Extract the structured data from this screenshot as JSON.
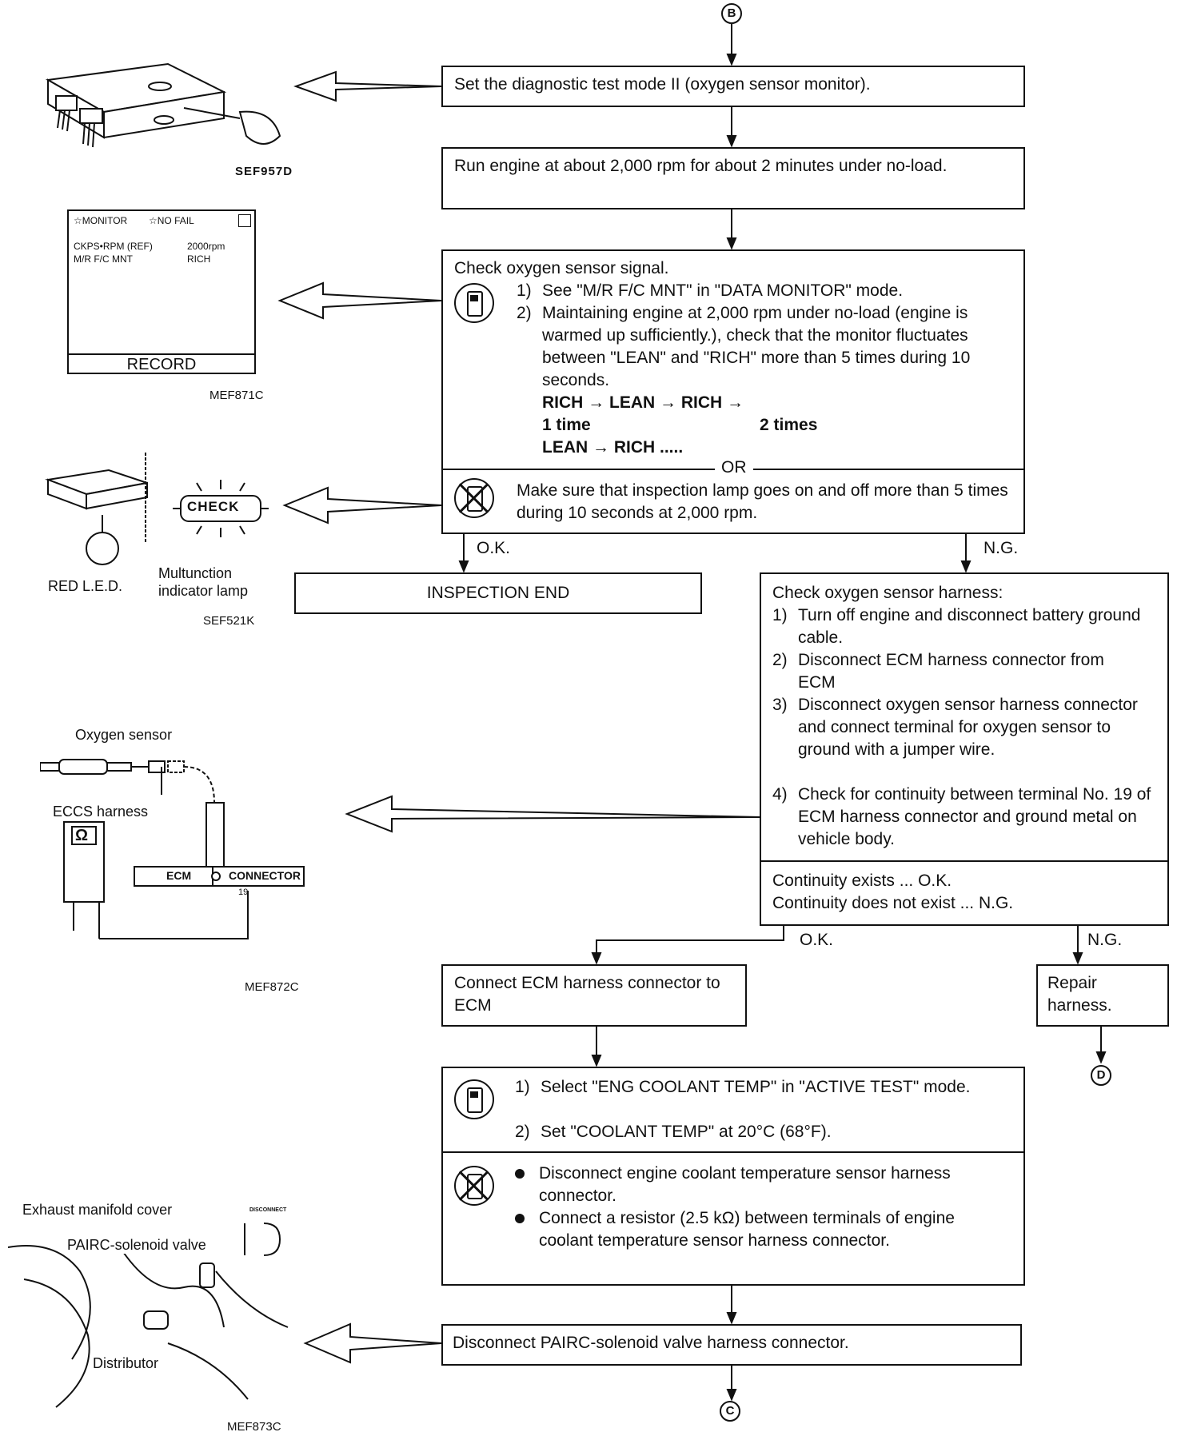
{
  "connectors": {
    "top": "B",
    "right_end": "D",
    "bottom_end": "C"
  },
  "steps": {
    "s1": "Set the diagnostic test mode II (oxygen sensor monitor).",
    "s2": "Run engine at about 2,000 rpm for about 2 minutes under no-load.",
    "s3": {
      "title": "Check oxygen sensor signal.",
      "items": [
        {
          "n": "1)",
          "text": "See \"M/R F/C MNT\" in \"DATA MONITOR\" mode."
        },
        {
          "n": "2)",
          "text": "Maintaining engine at 2,000 rpm under no-load (engine is warmed up sufficiently.), check that the monitor fluctuates between \"LEAN\" and \"RICH\" more than 5 times during 10 seconds."
        }
      ],
      "seq_line1": "RICH → LEAN → RICH →",
      "seq_1time": "1 time",
      "seq_2times": "2 times",
      "seq_line2": "LEAN → RICH .....",
      "or": "OR",
      "alt": "Make sure that inspection lamp goes on and off more than 5 times during 10 seconds at 2,000 rpm."
    },
    "ok_label": "O.K.",
    "ng_label": "N.G.",
    "inspection_end": "INSPECTION END",
    "harness": {
      "title": "Check oxygen sensor harness:",
      "items": [
        {
          "n": "1)",
          "text": "Turn off engine and disconnect battery ground cable."
        },
        {
          "n": "2)",
          "text": "Disconnect ECM harness connector from ECM"
        },
        {
          "n": "3)",
          "text": "Disconnect oxygen sensor harness connector and connect terminal for oxygen sensor to ground with a jumper wire."
        },
        {
          "n": "4)",
          "text": "Check for continuity between terminal No. 19 of ECM harness connector and ground metal on vehicle body."
        }
      ],
      "result1": "Continuity exists ... O.K.",
      "result2": "Continuity does not exist ... N.G."
    },
    "ok2": "O.K.",
    "ng2": "N.G.",
    "connect_ecm": "Connect ECM harness connector to ECM",
    "repair": "Repair harness.",
    "coolant": {
      "items": [
        {
          "n": "1)",
          "text": "Select \"ENG COOLANT TEMP\" in \"ACTIVE TEST\" mode."
        },
        {
          "n": "2)",
          "text": "Set \"COOLANT TEMP\" at 20°C (68°F)."
        }
      ],
      "bullets": [
        "Disconnect engine coolant temperature sensor harness connector.",
        "Connect a resistor (2.5 kΩ) between terminals of engine coolant temperature sensor harness connector."
      ]
    },
    "pairc": "Disconnect PAIRC-solenoid valve harness connector."
  },
  "figures": {
    "f1_code": "SEF957D",
    "monitor": {
      "header_left": "☆MONITOR",
      "header_right": "☆NO FAIL",
      "row1_label": "CKPS•RPM (REF)",
      "row1_value": "2000rpm",
      "row2_label": "M/R F/C MNT",
      "row2_value": "RICH",
      "button": "RECORD",
      "code": "MEF871C"
    },
    "lamp": {
      "check": "CHECK",
      "red_led": "RED L.E.D.",
      "mil": "Multunction indicator lamp",
      "code": "SEF521K"
    },
    "sensor": {
      "oxygen": "Oxygen sensor",
      "eccs": "ECCS harness",
      "ecm": "ECM",
      "connector": "CONNECTOR",
      "pin": "19",
      "ohm": "Ω",
      "code": "MEF872C"
    },
    "engine": {
      "cover": "Exhaust manifold cover",
      "valve": "PAIRC-solenoid valve",
      "dist": "Distributor",
      "disconnect": "DISCONNECT",
      "code": "MEF873C"
    }
  }
}
